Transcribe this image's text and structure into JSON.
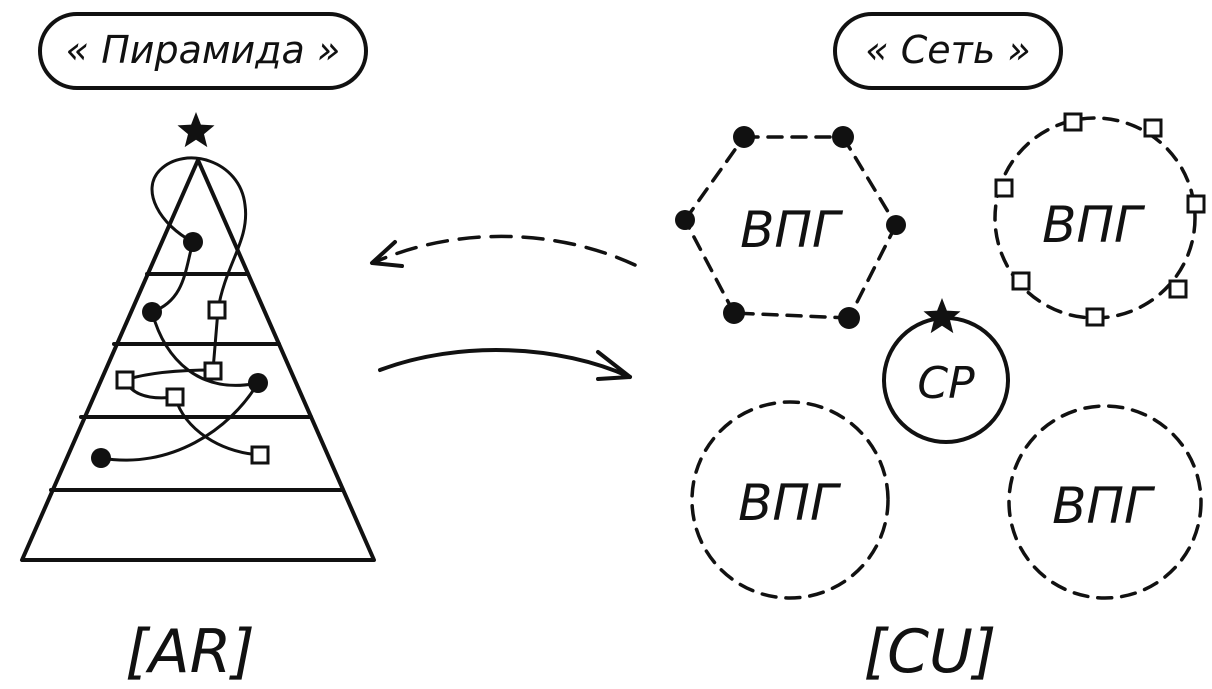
{
  "left": {
    "title": "« Пирамида »",
    "code": "[AR]"
  },
  "right": {
    "title": "« Сеть »",
    "code": "[CU]",
    "center_label": "СР",
    "group_labels": [
      "ВПГ",
      "ВПГ",
      "ВПГ",
      "ВПГ"
    ]
  },
  "icons": {
    "pyramid_top": "star-icon",
    "center_top": "star-icon"
  },
  "colors": {
    "ink": "#111111",
    "background": "#ffffff"
  }
}
